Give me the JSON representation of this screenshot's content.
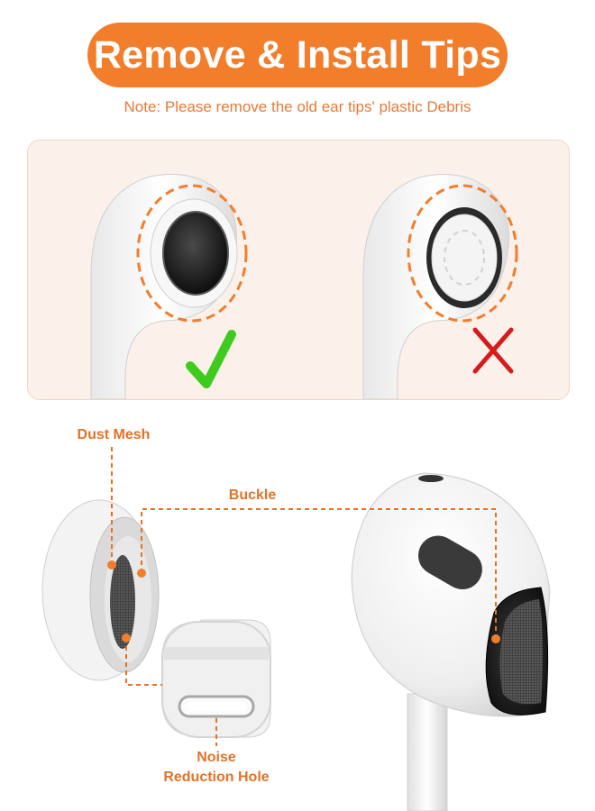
{
  "title": "Remove & Install Tips",
  "note": "Note: Please remove the old ear tips' plastic Debris",
  "labels": {
    "dust_mesh": "Dust Mesh",
    "buckle": "Buckle",
    "noise_line1": "Noise",
    "noise_line2": "Reduction Hole"
  },
  "colors": {
    "accent": "#f27d2b",
    "correct": "#3ecb1e",
    "wrong": "#d51c1c"
  },
  "icons": {
    "correct": "check-mark-icon",
    "wrong": "cross-mark-icon"
  }
}
